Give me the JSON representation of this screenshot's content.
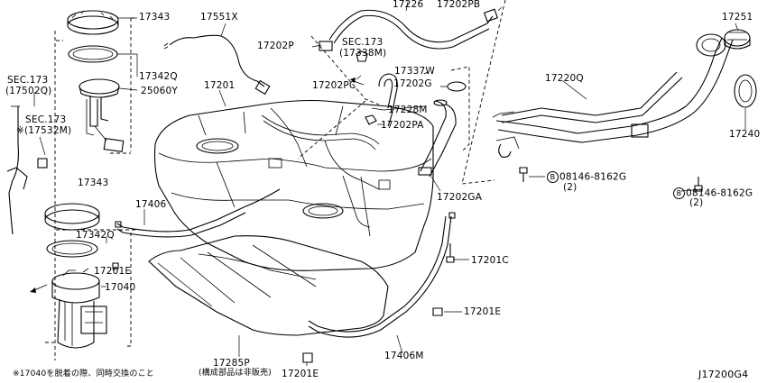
{
  "parts": {
    "p17343_top": "17343",
    "p17551x": "17551X",
    "p17226": "17226",
    "p17202pb": "17202PB",
    "p17251": "17251",
    "p17202p": "17202P",
    "sec173_17338m_a": "SEC.173",
    "sec173_17338m_b": "(17338M)",
    "p17342q_top": "17342Q",
    "p17337w": "17337W",
    "p17202g": "17202G",
    "p17220q": "17220Q",
    "sec173_17502q_a": "SEC.173",
    "sec173_17502q_b": "(17502Q)",
    "p25060y": "25060Y",
    "p17201": "17201",
    "p17202pc": "17202PC",
    "sec173_17532m_a": "SEC.173",
    "sec173_17532m_b": "※(17532M)",
    "p17228m": "17228M",
    "p17202pa": "17202PA",
    "p17240": "17240",
    "p17343_low": "17343",
    "bolt_left_part": "08146-8162G",
    "bolt_left_qty": "(2)",
    "bolt_right_part": "08146-8162G",
    "bolt_right_qty": "(2)",
    "p17202ga": "17202GA",
    "p17406": "17406",
    "p17342q_low": "17342Q",
    "p17201e_a": "17201E",
    "p17201c": "17201C",
    "p17040": "17040",
    "p17201e_b": "17201E",
    "p17406m": "17406M",
    "p17285p": "17285P",
    "p17285p_note": "(構成部品は非販売)",
    "p17201e_c": "17201E",
    "footnote": "※17040を脱着の際、同時交換のこと",
    "diagram_code": "J17200G4",
    "bolt_marker": "B"
  }
}
